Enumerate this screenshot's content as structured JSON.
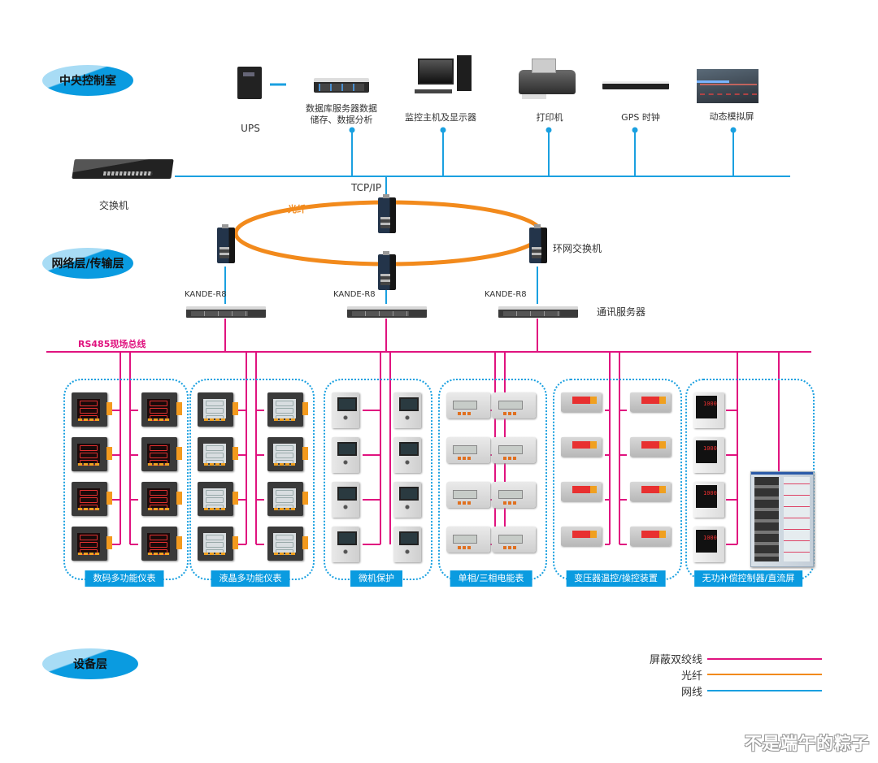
{
  "layers": [
    {
      "id": "control-room",
      "label": "中央控制室"
    },
    {
      "id": "network",
      "label": "网络层/传输层"
    },
    {
      "id": "device",
      "label": "设备层"
    }
  ],
  "control_room": {
    "ups_label": "UPS",
    "db_server_label_line1": "数据库服务器数据",
    "db_server_label_line2": "储存、数据分析",
    "monitor_label": "监控主机及显示器",
    "printer_label": "打印机",
    "gps_label": "GPS 时钟",
    "panel_label": "动态模拟屏",
    "switch_label": "交换机"
  },
  "network": {
    "tcpip_label": "TCP/IP",
    "fiber_label": "光纤",
    "ring_switch_label": "环网交换机",
    "comm_server_label": "通讯服务器",
    "comm_servers": [
      {
        "model": "KANDE-R8"
      },
      {
        "model": "KANDE-R8"
      },
      {
        "model": "KANDE-R8"
      }
    ],
    "bus_label": "RS485现场总线"
  },
  "device_groups": [
    {
      "label": "数码多功能仪表",
      "device_type": "digital-meter",
      "count": 8
    },
    {
      "label": "液晶多功能仪表",
      "device_type": "lcd-meter",
      "count": 8
    },
    {
      "label": "微机保护",
      "device_type": "protection-relay",
      "count": 8
    },
    {
      "label": "单相/三相电能表",
      "device_type": "energy-meter",
      "count": 8
    },
    {
      "label": "变压器温控/操控装置",
      "device_type": "transformer-controller",
      "count": 8
    },
    {
      "label": "无功补偿控制器/直流屏",
      "device_type": "reactive-compensator",
      "count": 5
    }
  ],
  "legend": [
    {
      "label": "屏蔽双绞线",
      "color": "#e0137f"
    },
    {
      "label": "光纤",
      "color": "#f28a1c"
    },
    {
      "label": "网线",
      "color": "#1aa0e0"
    }
  ],
  "colors": {
    "twisted_pair": "#e0137f",
    "fiber": "#f28a1c",
    "ethernet": "#1aa0e0",
    "badge": "#0a9be0"
  },
  "watermark": "不是端午的粽子"
}
